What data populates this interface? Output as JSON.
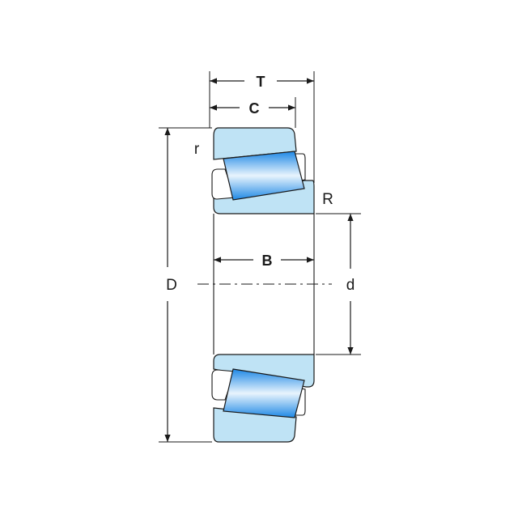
{
  "dimensions": {
    "T": "T",
    "C": "C",
    "B": "B",
    "D": "D",
    "d": "d",
    "r": "r",
    "R": "R"
  },
  "colors": {
    "ring_fill": "#bfe3f5",
    "roller_dark": "#1e88e5",
    "roller_light": "#e8f4fd",
    "line": "#1a1a1a",
    "cage": "#ffffff"
  }
}
